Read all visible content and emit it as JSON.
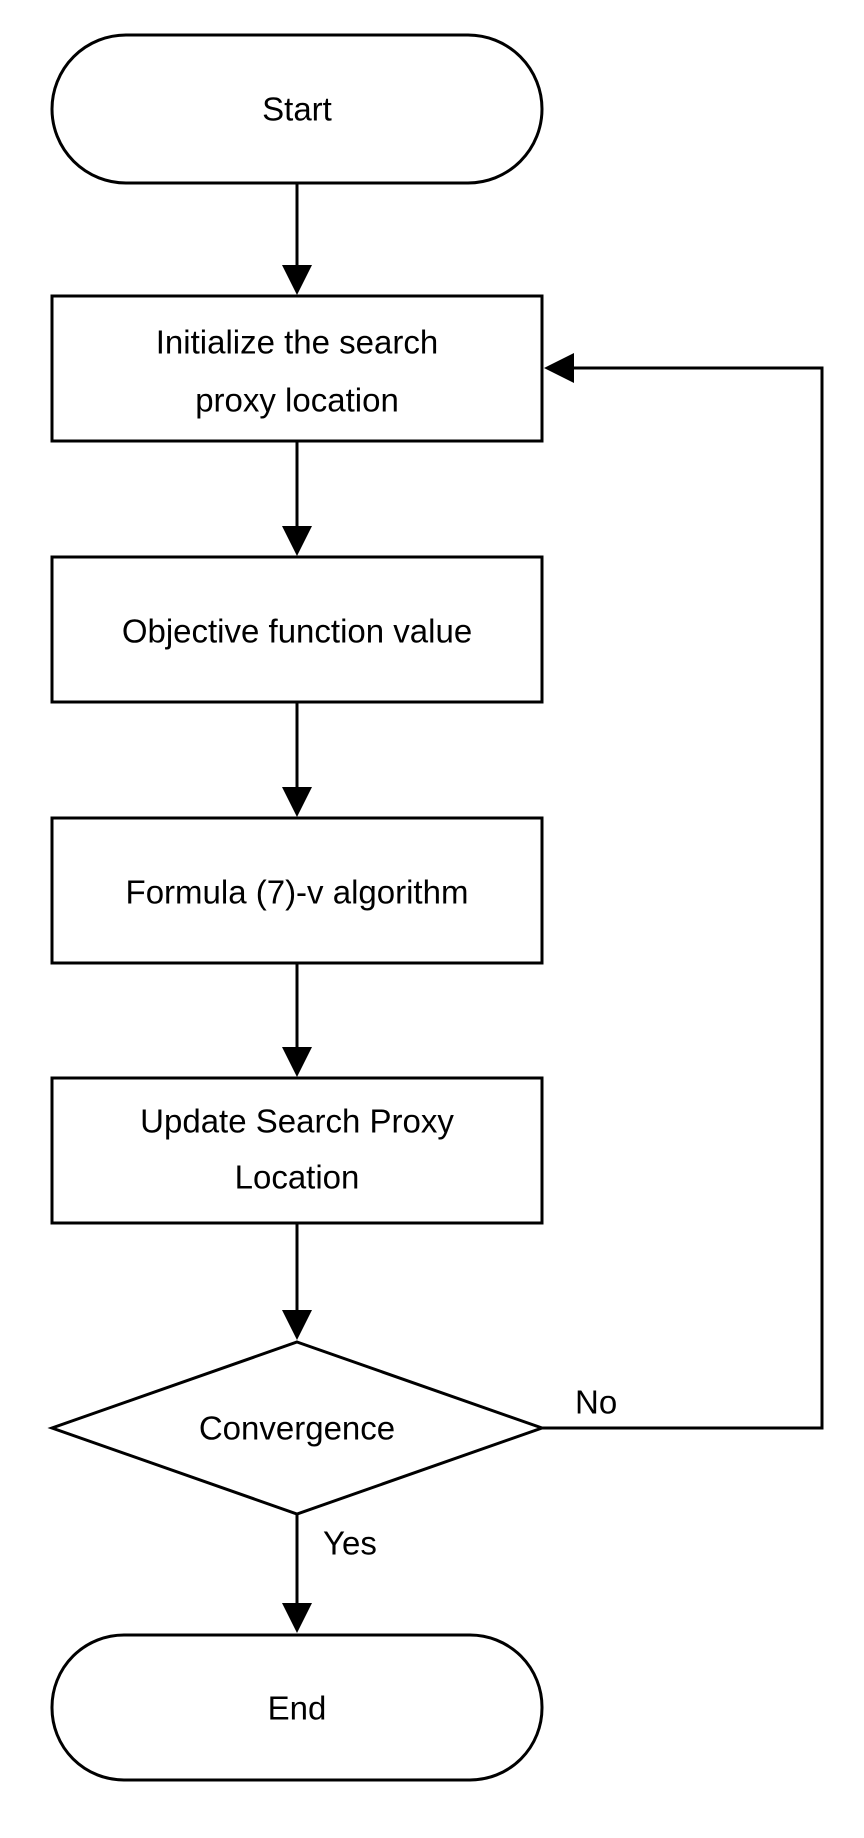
{
  "diagram": {
    "type": "flowchart",
    "nodes": {
      "start": {
        "shape": "terminal",
        "lines": [
          "Start"
        ]
      },
      "init": {
        "shape": "process",
        "lines": [
          "Initialize the search",
          "proxy location"
        ]
      },
      "objective": {
        "shape": "process",
        "lines": [
          "Objective function value"
        ]
      },
      "formula": {
        "shape": "process",
        "lines": [
          "Formula (7)-v algorithm"
        ]
      },
      "update": {
        "shape": "process",
        "lines": [
          "Update Search Proxy",
          "Location"
        ]
      },
      "convergence": {
        "shape": "decision",
        "lines": [
          "Convergence"
        ]
      },
      "end": {
        "shape": "terminal",
        "lines": [
          "End"
        ]
      }
    },
    "edges": {
      "start_init": {
        "from": "start",
        "to": "init",
        "label": ""
      },
      "init_objective": {
        "from": "init",
        "to": "objective",
        "label": ""
      },
      "objective_formula": {
        "from": "objective",
        "to": "formula",
        "label": ""
      },
      "formula_update": {
        "from": "formula",
        "to": "update",
        "label": ""
      },
      "update_convergence": {
        "from": "update",
        "to": "convergence",
        "label": ""
      },
      "convergence_no": {
        "from": "convergence",
        "to": "init",
        "label": "No"
      },
      "convergence_yes": {
        "from": "convergence",
        "to": "end",
        "label": "Yes"
      }
    },
    "colors": {
      "stroke": "#000000",
      "fill": "#ffffff",
      "text": "#000000"
    }
  }
}
